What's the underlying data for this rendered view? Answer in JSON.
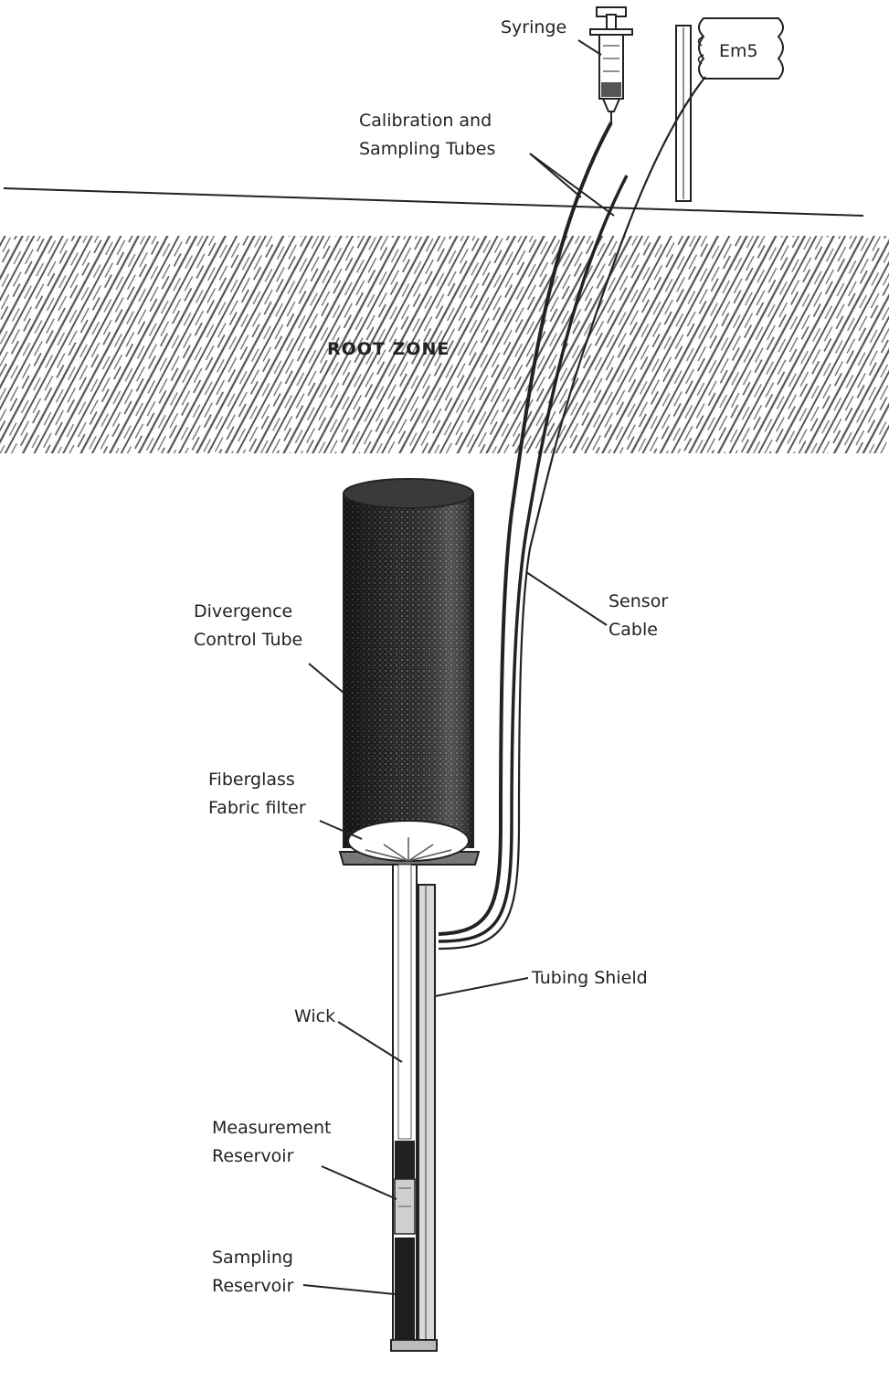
{
  "colors": {
    "ink": "#222222",
    "soil_hatch": "#555555",
    "tube_fill": "#2a2a2a",
    "filter": "#ffffff"
  },
  "labels": {
    "syringe": "Syringe",
    "em5": "Em5",
    "calibration_line1": "Calibration and",
    "calibration_line2": "Sampling Tubes",
    "root_zone": "ROOT ZONE",
    "divergence_line1": "Divergence",
    "divergence_line2": "Control Tube",
    "sensor_line1": "Sensor",
    "sensor_line2": "Cable",
    "fiberglass_line1": "Fiberglass",
    "fiberglass_line2": "Fabric filter",
    "tubing_shield": "Tubing Shield",
    "wick": "Wick",
    "measurement_line1": "Measurement",
    "measurement_line2": "Reservoir",
    "sampling_line1": "Sampling",
    "sampling_line2": "Reservoir"
  }
}
